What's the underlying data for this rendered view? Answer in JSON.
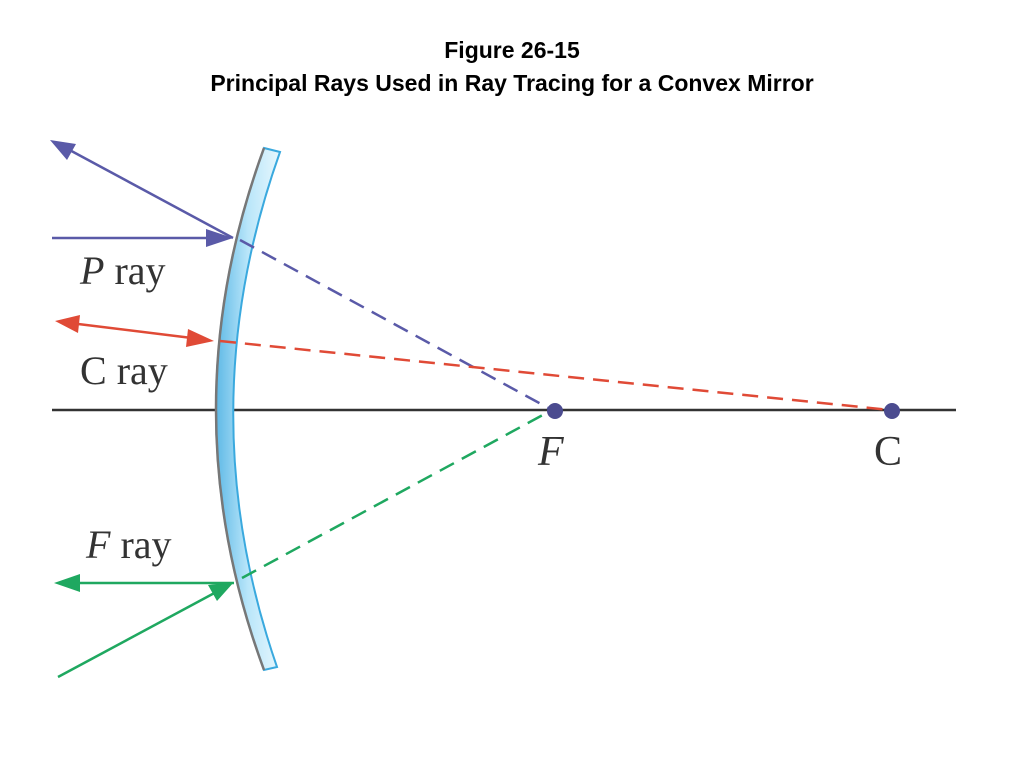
{
  "title": {
    "line1": "Figure 26-15",
    "line2": "Principal Rays Used in Ray Tracing for a Convex Mirror"
  },
  "labels": {
    "p_ray": {
      "symbol": "P",
      "text": " ray"
    },
    "c_ray": {
      "symbol": "C",
      "text": " ray"
    },
    "f_ray": {
      "symbol": "F",
      "text": " ray"
    },
    "focal_point": "F",
    "center_point": "C"
  },
  "colors": {
    "p_ray": "#5a5aa8",
    "c_ray": "#e04a36",
    "f_ray": "#1fa860",
    "axis": "#333333",
    "mirror_fill": "#8fd3f2",
    "mirror_edge": "#3aa9de",
    "point": "#4b4b8f"
  }
}
